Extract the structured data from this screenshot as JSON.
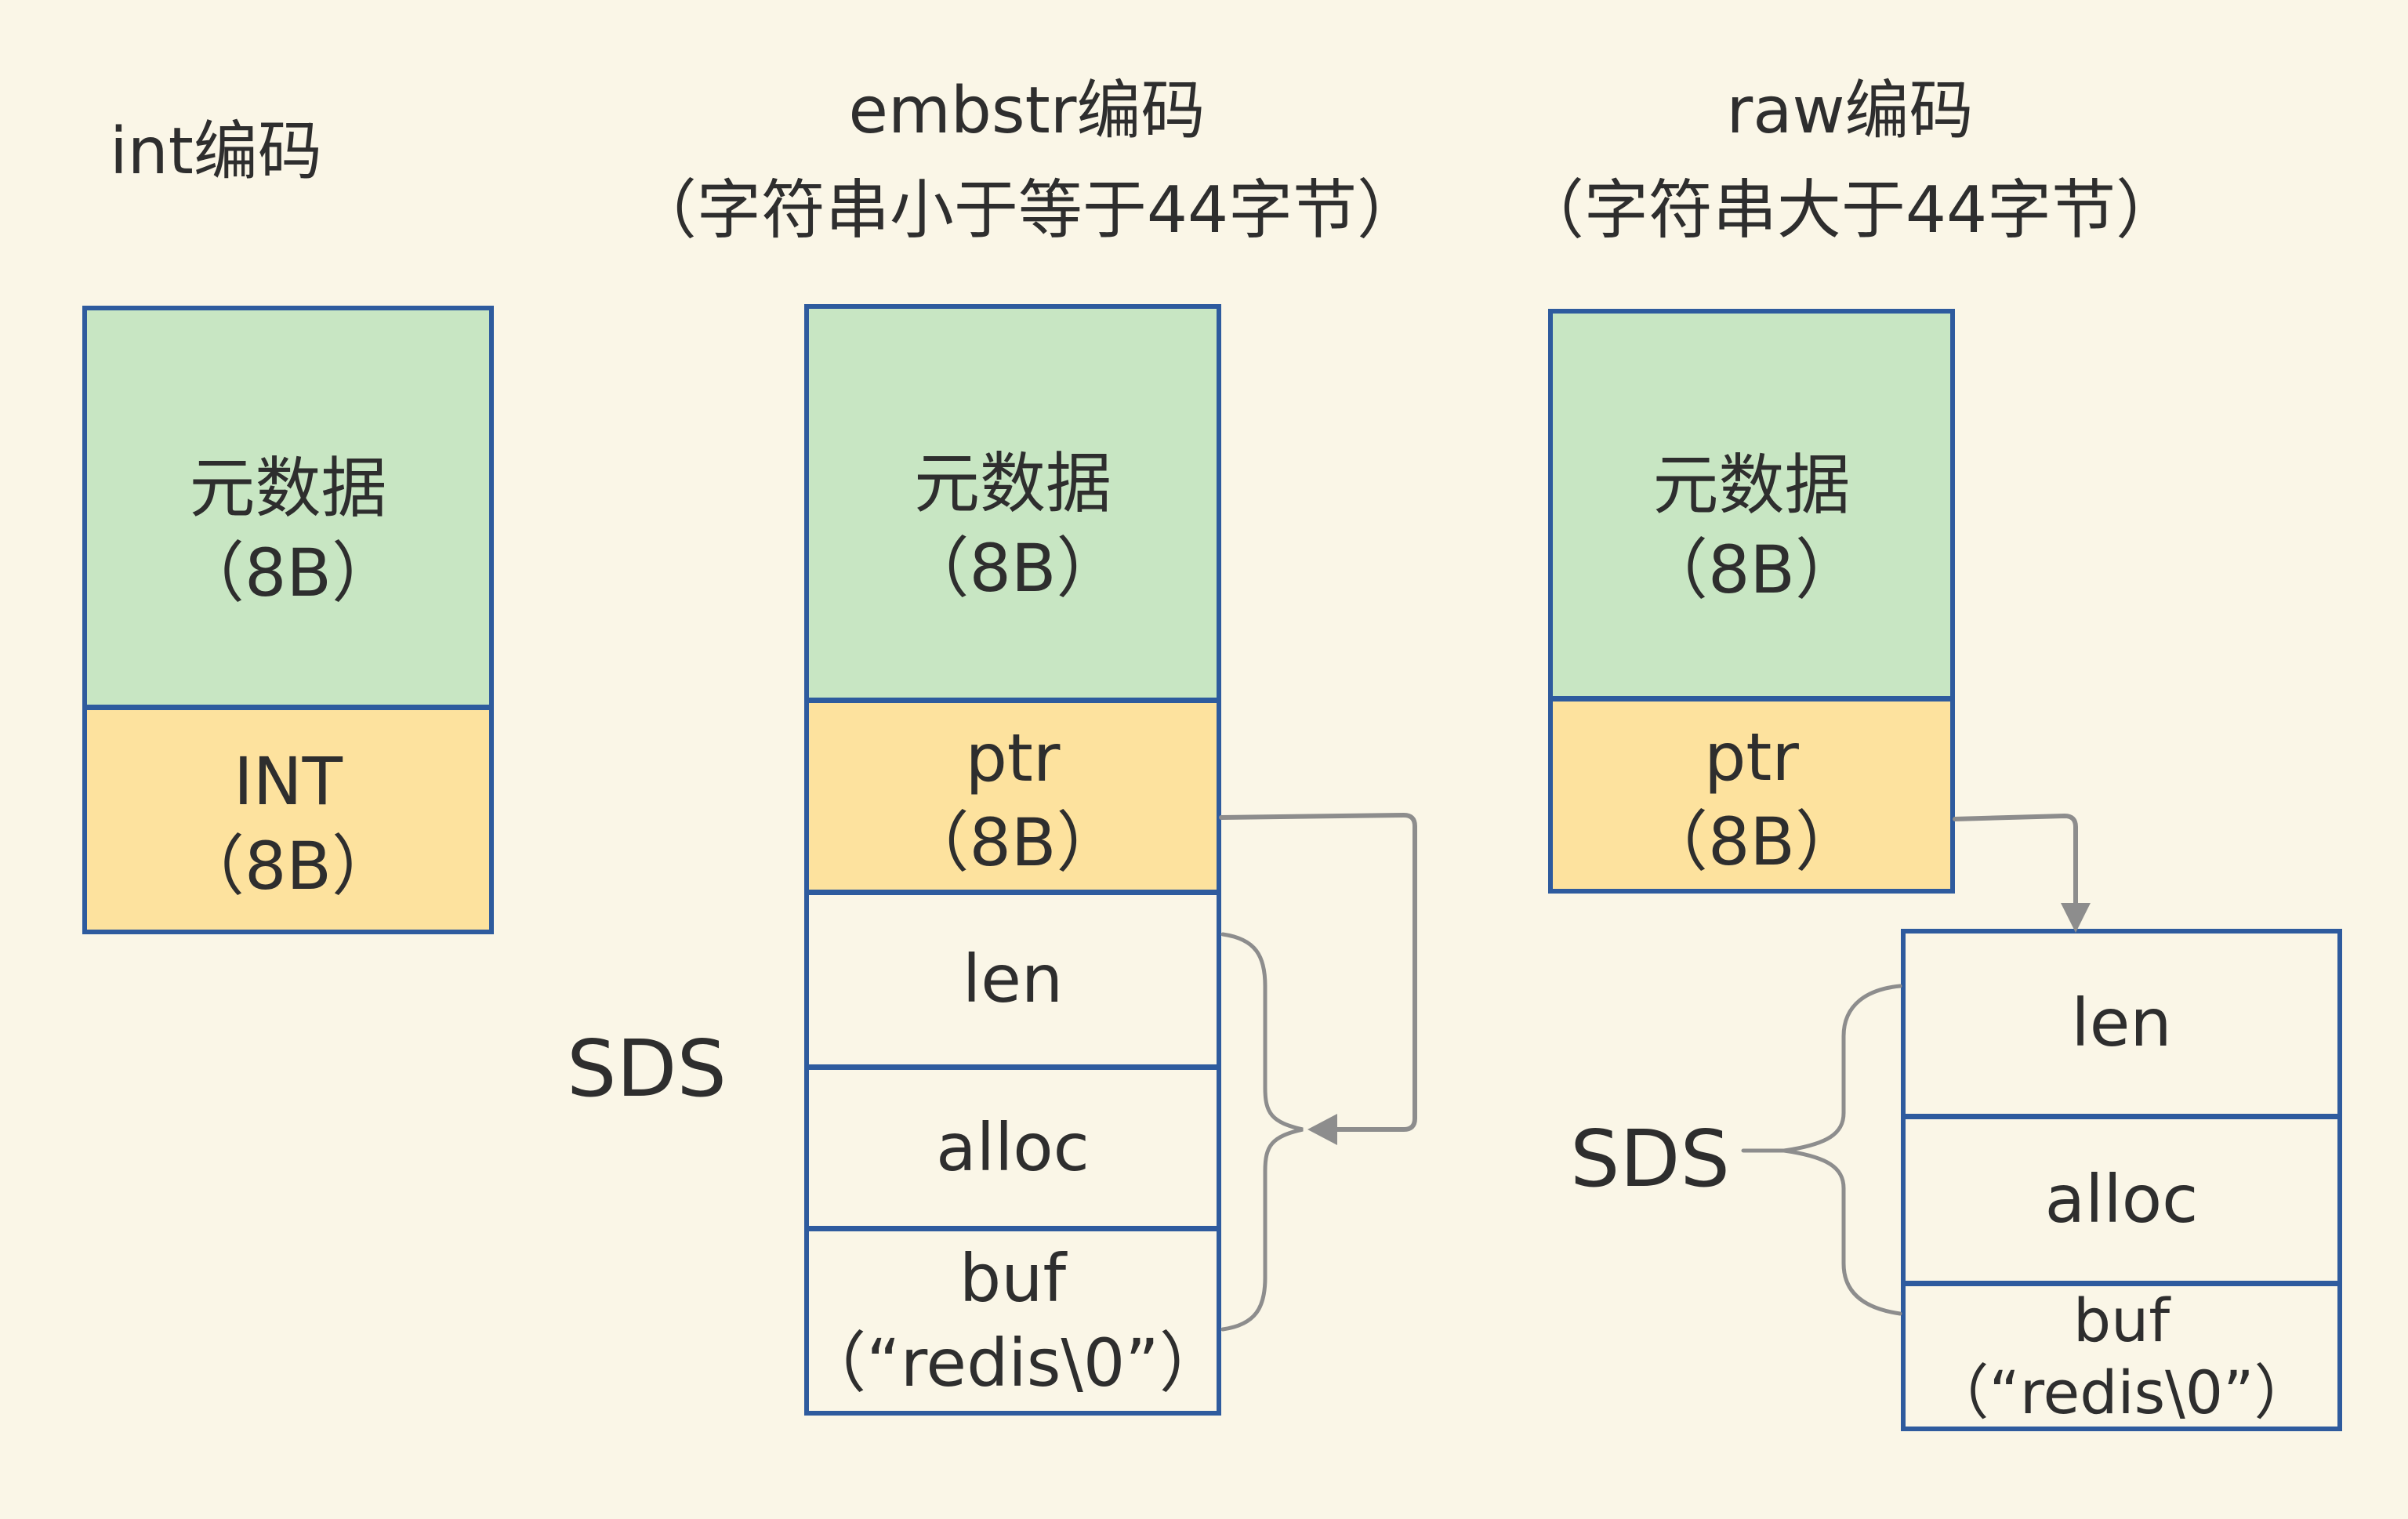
{
  "colors": {
    "background": "#FAF6E7",
    "box_green": "#C8E6C3",
    "box_yellow": "#FDE29E",
    "box_border": "#2E5B9E",
    "line_gray": "#8D8D8D",
    "text": "#2E2E2E"
  },
  "columns": {
    "int": {
      "title": "int编码",
      "metadata": {
        "line1": "元数据",
        "line2": "（8B）"
      },
      "value": {
        "line1": "INT",
        "line2": "（8B）"
      }
    },
    "embstr": {
      "title_line1": "embstr编码",
      "title_line2": "（字符串小于等于44字节）",
      "metadata": {
        "line1": "元数据",
        "line2": "（8B）"
      },
      "ptr": {
        "line1": "ptr",
        "line2": "（8B）"
      },
      "sds_label": "SDS",
      "sds_fields": {
        "len": "len",
        "alloc": "alloc",
        "buf_line1": "buf",
        "buf_line2": "（“redis\\0”）"
      }
    },
    "raw": {
      "title_line1": "raw编码",
      "title_line2": "（字符串大于44字节）",
      "metadata": {
        "line1": "元数据",
        "line2": "（8B）"
      },
      "ptr": {
        "line1": "ptr",
        "line2": "（8B）"
      },
      "sds_label": "SDS",
      "sds_fields": {
        "len": "len",
        "alloc": "alloc",
        "buf_line1": "buf",
        "buf_line2": "（“redis\\0”）"
      }
    }
  }
}
